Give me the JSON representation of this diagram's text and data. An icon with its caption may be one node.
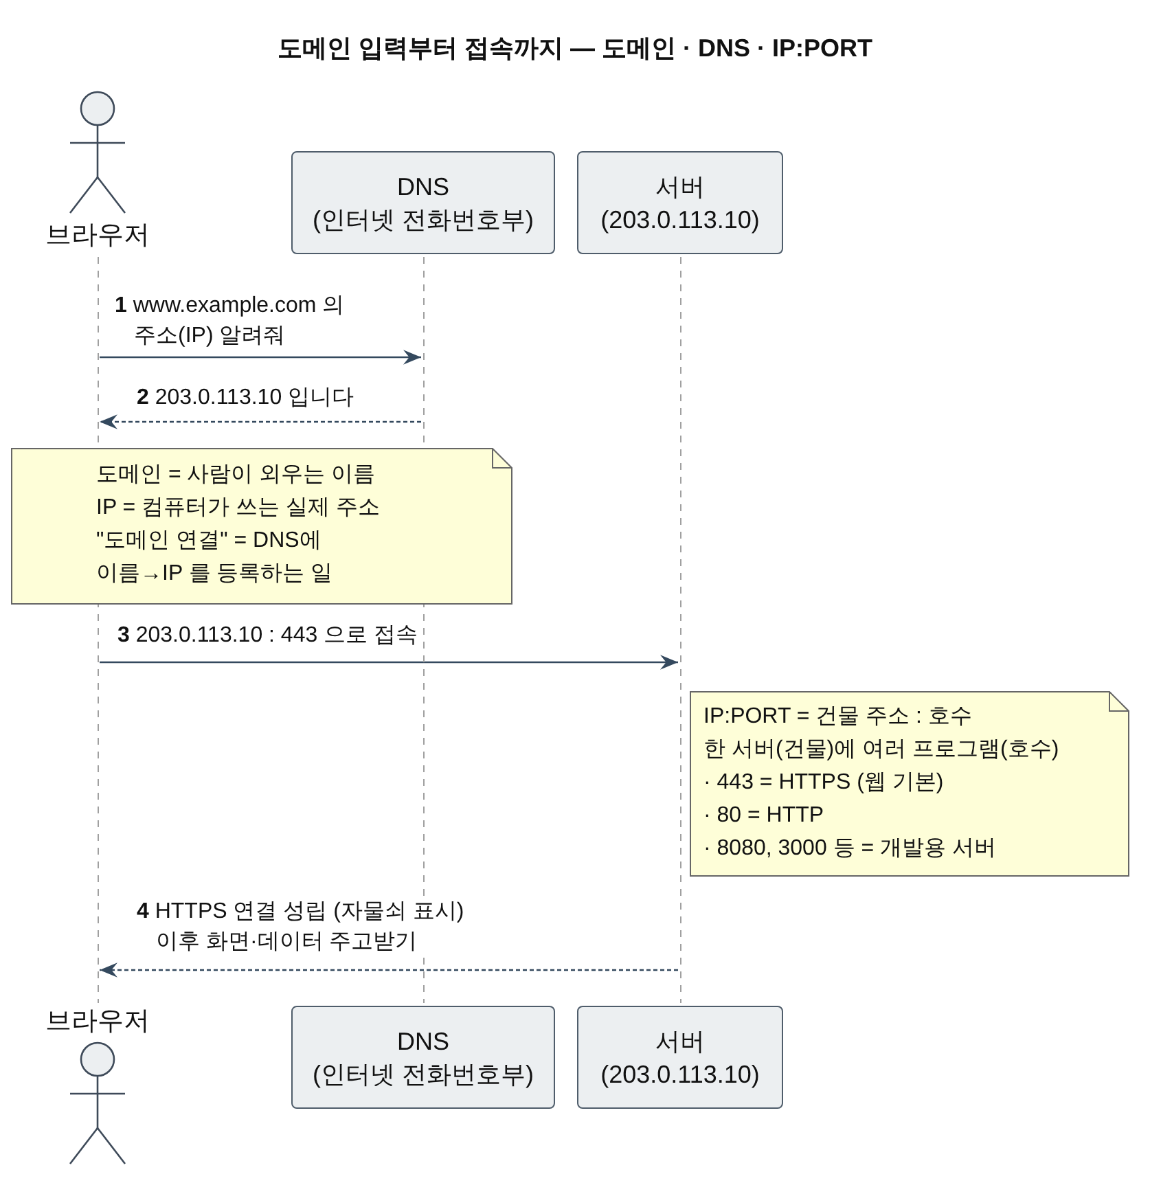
{
  "diagram": {
    "title": "도메인 입력부터 접속까지 — 도메인 · DNS · IP:PORT",
    "nodes": [
      {
        "text": [
          "브라우저"
        ]
      },
      {
        "text": [
          "DNS",
          "(인터넷 전화번호부)"
        ]
      },
      {
        "text": [
          "서버",
          "(203.0.113.10)"
        ]
      },
      {
        "text": [],
        "shape": "line"
      },
      {
        "text": [],
        "shape": "line"
      },
      {
        "text": [],
        "shape": "line"
      },
      {
        "text": [
          "도메인 = 사람이 외우는 이름",
          "IP = 컴퓨터가 쓰는 실제 주소",
          "\"도메인 연결\" = DNS에",
          "이름→IP 를 등록하는 일"
        ]
      },
      {
        "text": [
          "IP:PORT = 건물 주소 : 호수",
          "한 서버(건물)에 여러 프로그램(호수)",
          "· 443 = HTTPS (웹 기본)",
          "· 80 = HTTP",
          "· 8080, 3000 등 = 개발용 서버"
        ]
      },
      {
        "text": [
          "브라우저"
        ]
      },
      {
        "text": [
          "DNS",
          "(인터넷 전화번호부)"
        ]
      },
      {
        "text": [
          "서버",
          "(203.0.113.10)"
        ]
      }
    ],
    "edges": [
      {
        "from": 3,
        "to": 4,
        "arrow": "to",
        "label": "**1** www.example.com 의 주소(IP) 알려줘"
      },
      {
        "from": 4,
        "to": 3,
        "arrow": "to",
        "label": "**2** 203.0.113.10 입니다",
        "style": "dashed"
      },
      {
        "from": 3,
        "to": 5,
        "arrow": "to",
        "label": "**3** 203.0.113.10 : 443 으로 접속"
      },
      {
        "from": 5,
        "to": 3,
        "arrow": "to",
        "label": "**4** HTTPS 연결 성립 (자물쇠 표시) 이후 화면·데이터 주고받기",
        "style": "dashed"
      }
    ]
  }
}
